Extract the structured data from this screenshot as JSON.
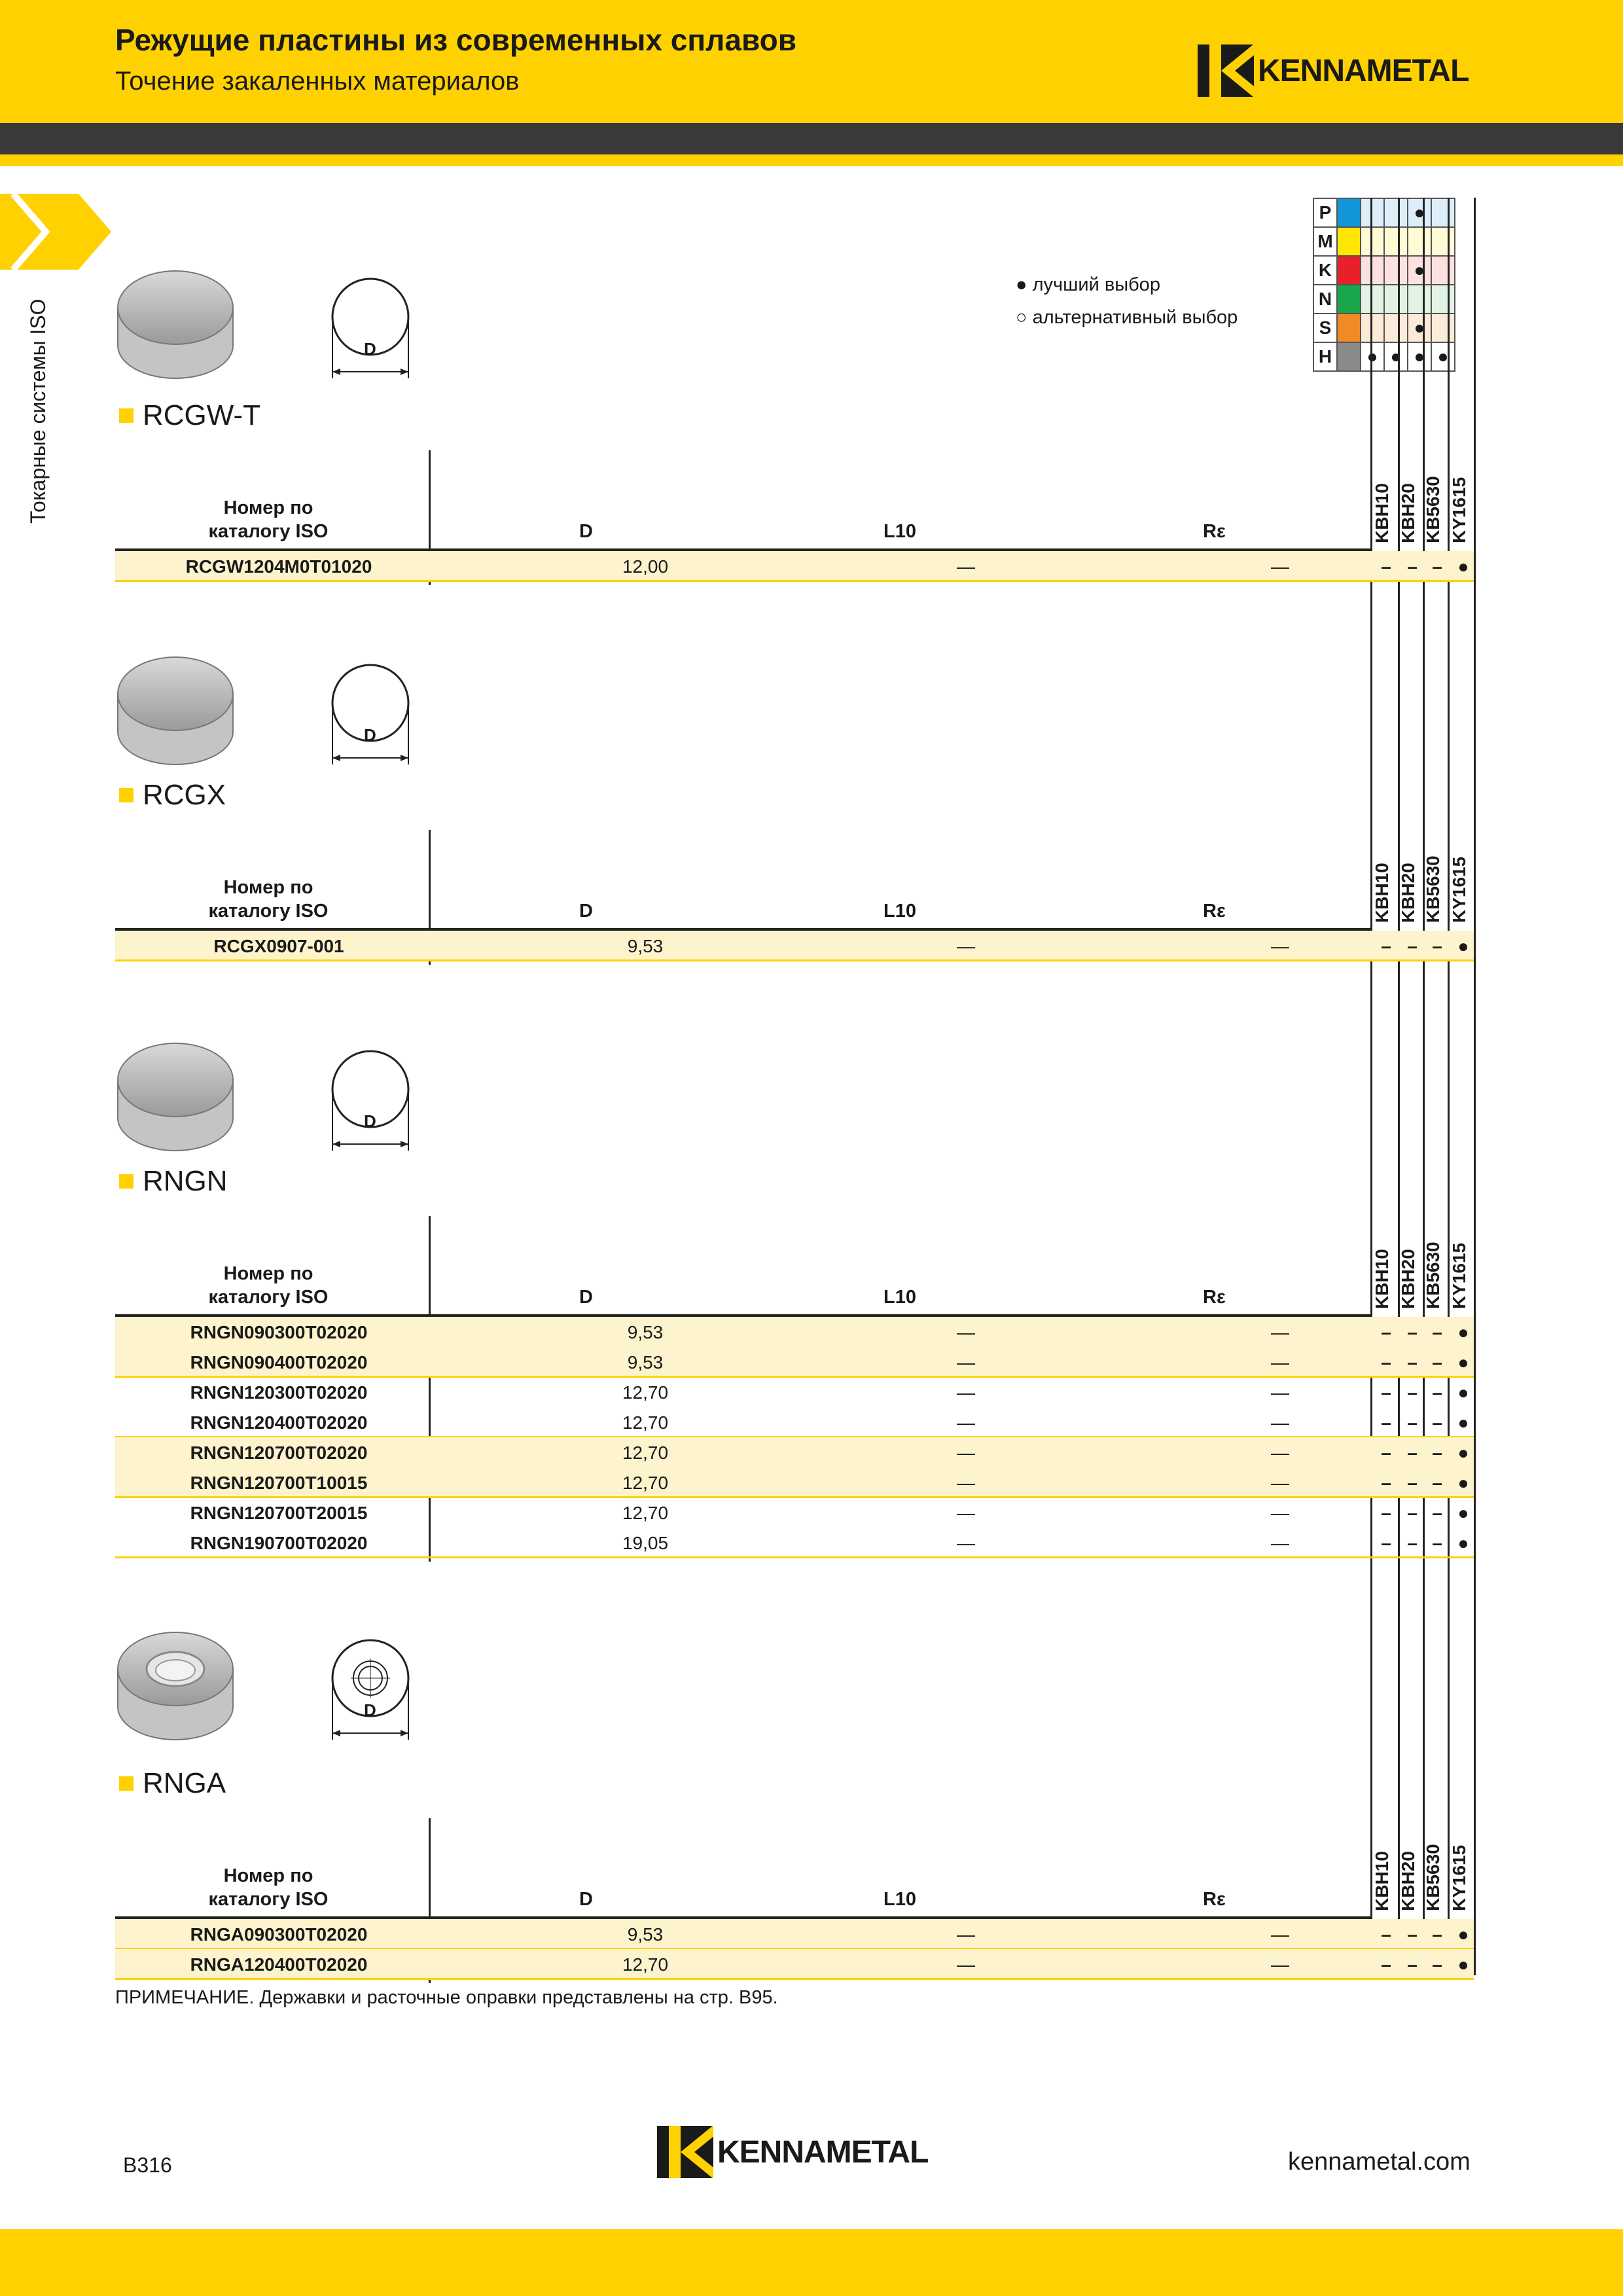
{
  "header": {
    "title": "Режущие пластины из современных сплавов",
    "subtitle": "Точение закаленных материалов",
    "brand": "KENNAMETAL"
  },
  "side_label": "Токарные системы ISO",
  "legend": {
    "best": "● лучший выбор",
    "alt": "○ альтернативный выбор"
  },
  "materials": [
    {
      "code": "P",
      "color": "#1296d8",
      "marks": [
        "",
        "",
        "●",
        ""
      ]
    },
    {
      "code": "M",
      "color": "#ffe600",
      "marks": [
        "",
        "",
        "",
        ""
      ]
    },
    {
      "code": "K",
      "color": "#e8202a",
      "marks": [
        "",
        "",
        "●",
        ""
      ]
    },
    {
      "code": "N",
      "color": "#1aa64a",
      "marks": [
        "",
        "",
        "",
        ""
      ]
    },
    {
      "code": "S",
      "color": "#f08a24",
      "marks": [
        "",
        "",
        "●",
        ""
      ]
    },
    {
      "code": "H",
      "color": "#8a8a8a",
      "marks": [
        "●",
        "●",
        "●",
        "●"
      ]
    }
  ],
  "grades": [
    "KBH10",
    "KBH20",
    "KB5630",
    "KY1615"
  ],
  "columns": {
    "iso_line1": "Номер по",
    "iso_line2": "каталогу ISO",
    "d": "D",
    "l10": "L10",
    "re": "Rε"
  },
  "dim_label": "D",
  "sections": [
    {
      "name": "RCGW-T",
      "rows": [
        {
          "iso": "RCGW1204M0T01020",
          "d": "12,00",
          "l10": "—",
          "re": "—",
          "g": [
            "–",
            "–",
            "–",
            "●"
          ]
        }
      ]
    },
    {
      "name": "RCGX",
      "rows": [
        {
          "iso": "RCGX0907-001",
          "d": "9,53",
          "l10": "—",
          "re": "—",
          "g": [
            "–",
            "–",
            "–",
            "●"
          ]
        }
      ]
    },
    {
      "name": "RNGN",
      "rows": [
        {
          "iso": "RNGN090300T02020",
          "d": "9,53",
          "l10": "—",
          "re": "—",
          "g": [
            "–",
            "–",
            "–",
            "●"
          ]
        },
        {
          "iso": "RNGN090400T02020",
          "d": "9,53",
          "l10": "—",
          "re": "—",
          "g": [
            "–",
            "–",
            "–",
            "●"
          ]
        },
        {
          "iso": "RNGN120300T02020",
          "d": "12,70",
          "l10": "—",
          "re": "—",
          "g": [
            "–",
            "–",
            "–",
            "●"
          ]
        },
        {
          "iso": "RNGN120400T02020",
          "d": "12,70",
          "l10": "—",
          "re": "—",
          "g": [
            "–",
            "–",
            "–",
            "●"
          ]
        },
        {
          "iso": "RNGN120700T02020",
          "d": "12,70",
          "l10": "—",
          "re": "—",
          "g": [
            "–",
            "–",
            "–",
            "●"
          ]
        },
        {
          "iso": "RNGN120700T10015",
          "d": "12,70",
          "l10": "—",
          "re": "—",
          "g": [
            "–",
            "–",
            "–",
            "●"
          ]
        },
        {
          "iso": "RNGN120700T20015",
          "d": "12,70",
          "l10": "—",
          "re": "—",
          "g": [
            "–",
            "–",
            "–",
            "●"
          ]
        },
        {
          "iso": "RNGN190700T02020",
          "d": "19,05",
          "l10": "—",
          "re": "—",
          "g": [
            "–",
            "–",
            "–",
            "●"
          ]
        }
      ]
    },
    {
      "name": "RNGA",
      "rows": [
        {
          "iso": "RNGA090300T02020",
          "d": "9,53",
          "l10": "—",
          "re": "—",
          "g": [
            "–",
            "–",
            "–",
            "●"
          ]
        },
        {
          "iso": "RNGA120400T02020",
          "d": "12,70",
          "l10": "—",
          "re": "—",
          "g": [
            "–",
            "–",
            "–",
            "●"
          ]
        }
      ]
    }
  ],
  "note": "ПРИМЕЧАНИЕ. Державки и расточные оправки представлены на стр. B95.",
  "footer": {
    "page": "B316",
    "url": "kennametal.com",
    "brand": "KENNAMETAL"
  }
}
